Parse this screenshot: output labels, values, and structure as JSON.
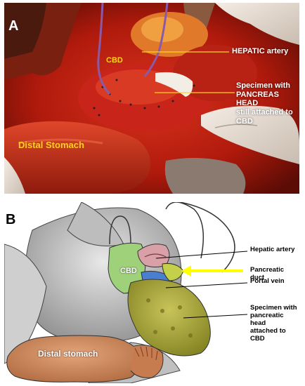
{
  "panel_a": {
    "letter": "A",
    "labels": {
      "hepatic_artery": "HEPATIC artery",
      "cbd": "CBD",
      "specimen_line1": "Specimen with",
      "specimen_line2": "PANCREAS HEAD",
      "specimen_line3": "still attached to CBD",
      "distal_stomach": "Distal Stomach"
    },
    "colors": {
      "label_yellow": "#ffd21a",
      "label_white": "#ffffff",
      "tissue": "#b81e10"
    }
  },
  "panel_b": {
    "letter": "B",
    "labels": {
      "hepatic_artery": "Hepatic artery",
      "pancreatic_duct": "Pancreatic duct",
      "portal_vein": "Portal vein",
      "specimen_line1": "Specimen with",
      "specimen_line2": "pancreatic head",
      "specimen_line3": "attached to CBD",
      "cbd": "CBD",
      "distal_stomach": "Distal stomach"
    },
    "colors": {
      "arrow": "#ffff00",
      "cbd": "#9fd07a",
      "vein": "#4a7fd0",
      "artery": "#d9a0a8",
      "pancreas": "#a8a838",
      "stomach": "#c8865a"
    }
  }
}
